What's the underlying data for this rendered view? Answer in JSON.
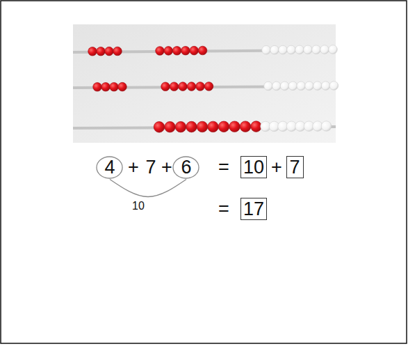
{
  "diagram": {
    "nodes": [
      {
        "text": [
          "4"
        ]
      },
      {
        "text": [
          "6"
        ]
      },
      {
        "text": [
          "10"
        ]
      },
      {
        "text": [
          "7"
        ]
      },
      {
        "text": [
          "17"
        ]
      }
    ],
    "edges": [
      {
        "from": 0,
        "to": 1,
        "arrow": "none",
        "label": "10"
      }
    ],
    "labels": [
      "+",
      "7",
      "+",
      "=",
      "+",
      "="
    ]
  }
}
